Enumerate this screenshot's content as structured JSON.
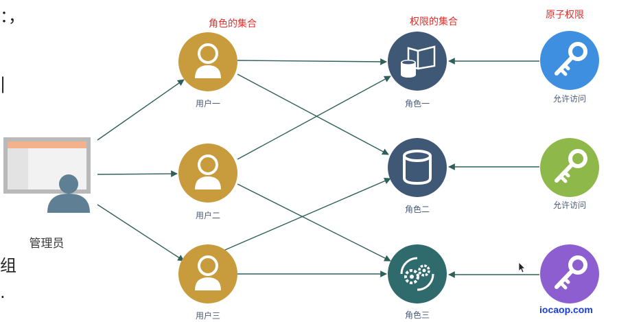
{
  "headers": {
    "roles_set": "角色的集合",
    "permissions_set": "权限的集合",
    "atomic_permissions": "原子权限"
  },
  "admin": {
    "label": "管理员"
  },
  "users": [
    {
      "label": "用户一"
    },
    {
      "label": "用户二"
    },
    {
      "label": "用户三"
    }
  ],
  "roles": [
    {
      "label": "角色一"
    },
    {
      "label": "角色二"
    },
    {
      "label": "角色三"
    }
  ],
  "permissions": [
    {
      "label": "允许访问"
    },
    {
      "label": "允许访问"
    },
    {
      "label": "允许访问"
    }
  ],
  "edge_text": [
    "：，",
    "|",
    "组",
    "."
  ],
  "watermark": "iocaop.com",
  "colors": {
    "user": "#c89b3c",
    "role": "#3f5876",
    "role3": "#2f6a6c",
    "key1": "#3f8fe0",
    "key2": "#8fb84a",
    "key3": "#8d5ed0",
    "header_text": "#e0302c",
    "arrow": "#2f5f5a"
  }
}
